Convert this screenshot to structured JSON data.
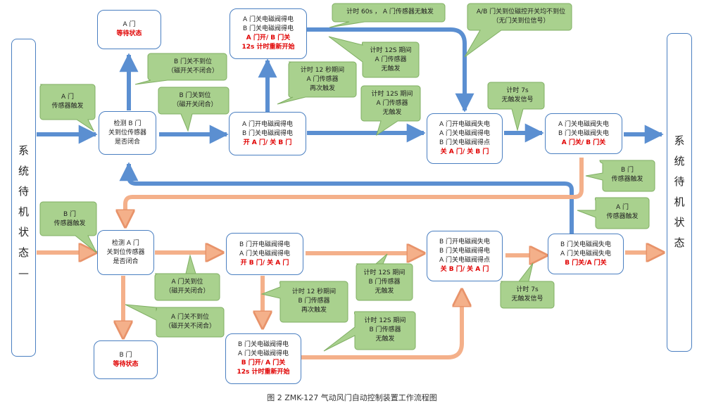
{
  "side_left": {
    "chars": [
      "系",
      "统",
      "待",
      "机",
      "状",
      "态",
      "—"
    ]
  },
  "side_right": {
    "chars": [
      "系",
      "统",
      "待",
      "机",
      "状",
      "态"
    ]
  },
  "boxes": {
    "wait_a": {
      "l1": "A 门",
      "l2": "等待状态"
    },
    "detect_b": {
      "l1": "检测 B 门",
      "l2": "关到位传感器",
      "l3": "是否闭合"
    },
    "top_reset": {
      "l1": "A 门关电磁阀得电",
      "l2": "B 门关电磁阀得电",
      "l3": "A 门开/ B 门关",
      "l4": "12s 计时重新开始"
    },
    "a_open": {
      "l1": "A 门开电磁阀得电",
      "l2": "B 门关电磁阀得电",
      "l3": "开 A 门/ 关 B 门"
    },
    "a_lose": {
      "l1": "A 门开电磁阀失电",
      "l2": "A 门关电磁阀得电",
      "l3": "B 门关电磁阀得点",
      "l4": "关 A 门/ 关 B 门"
    },
    "close_both_top": {
      "l1": "A 门关电磁阀失电",
      "l2": "B 门关电磁阀失电",
      "l3": "A 门关/ B 门关"
    },
    "detect_a": {
      "l1": "检测 A 门",
      "l2": "关到位传感器",
      "l3": "是否闭合"
    },
    "b_open": {
      "l1": "B 门开电磁阀得电",
      "l2": "A 门关电磁阀得电",
      "l3": "开 B 门/ 关 A 门"
    },
    "b_lose": {
      "l1": "B 门开电磁阀失电",
      "l2": "B 门关电磁阀得电",
      "l3": "A 门关电磁阀得点",
      "l4": "关 B 门/ 关 A 门"
    },
    "close_both_bottom": {
      "l1": "B 门关电磁阀失电",
      "l2": "A 门关电磁阀失电",
      "l3": "B 门关/A 门关"
    },
    "wait_b": {
      "l1": "B 门",
      "l2": "等待状态"
    },
    "bottom_reset": {
      "l1": "B 门关电磁阀得电",
      "l2": "A 门关电磁阀得电",
      "l3": "B 门开/ A 门关",
      "l4": "12s 计时重新开始"
    }
  },
  "notes": {
    "n_a_trigger": {
      "l1": "A 门",
      "l2": "传感器触发"
    },
    "n_b_not_closed": {
      "l1": "B 门关不到位",
      "l2": "（磁开关不闭合）"
    },
    "n_b_closed": {
      "l1": "B 门关到位",
      "l2": "（磁开关闭合）"
    },
    "n_12s_retrigger_a": {
      "l1": "计时 12 秒期间",
      "l2": "A 门传感器",
      "l3": "再次触发"
    },
    "n_60s": {
      "l1": "计时 60s ， A 门传感器无触发"
    },
    "n_12s_none_a1": {
      "l1": "计时 12S 期间",
      "l2": "A 门传感器",
      "l3": "无触发"
    },
    "n_12s_none_a2": {
      "l1": "计时 12S 期间",
      "l2": "A 门传感器",
      "l3": "无触发"
    },
    "n_ab_fail": {
      "l1": "A/B 门关到位磁控开关均不到位",
      "l2": "（无门关到位信号）"
    },
    "n_7s_top": {
      "l1": "计时 7s",
      "l2": "无触发信号"
    },
    "n_b_trigger_right": {
      "l1": "B 门",
      "l2": "传感器触发"
    },
    "n_a_trigger_right": {
      "l1": "A 门",
      "l2": "传感器触发"
    },
    "n_b_trigger_left": {
      "l1": "B 门",
      "l2": "传感器触发"
    },
    "n_a_closed": {
      "l1": "A 门关到位",
      "l2": "（磁开关闭合）"
    },
    "n_a_not_closed": {
      "l1": "A 门关不到位",
      "l2": "（磁开关不闭合）"
    },
    "n_12s_retrigger_b": {
      "l1": "计时 12 秒期间",
      "l2": "B 门传感器",
      "l3": "再次触发"
    },
    "n_12s_none_b1": {
      "l1": "计时 12S 期间",
      "l2": "B 门传感器",
      "l3": "无触发"
    },
    "n_12s_none_b2": {
      "l1": "计时 12S 期间",
      "l2": "B 门传感器",
      "l3": "无触发"
    },
    "n_7s_bottom": {
      "l1": "计时 7s",
      "l2": "无触发信号"
    }
  },
  "caption": "图 2 ZMK-127 气动风门自动控制装置工作流程图",
  "colors": {
    "blue_arrow": "#5b8fd1",
    "orange_arrow": "#f4b08a",
    "note_fill": "#a9d18e",
    "note_stroke": "#7fae62",
    "box_border": "#4a7fc1",
    "emphasis": "#e00000"
  }
}
